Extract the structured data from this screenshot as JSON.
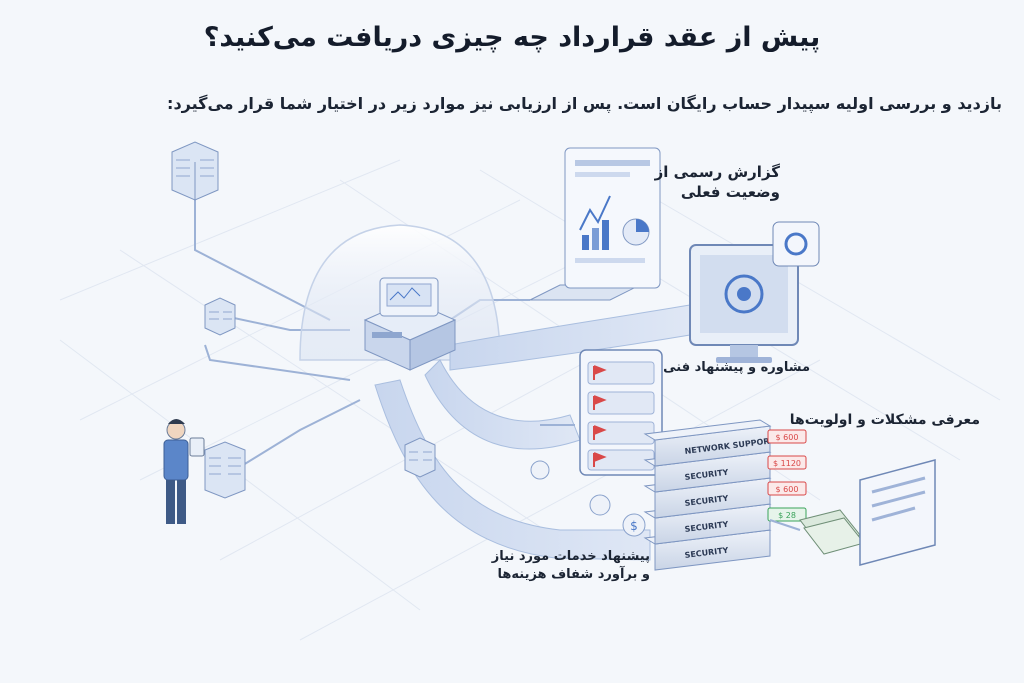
{
  "header": {
    "title": "پیش از عقد قرارداد چه چیزی دریافت می‌کنید؟",
    "subtitle": "بازدید و بررسی اولیه سپیدار حساب رایگان است. پس از ارزیابی نیز موارد زیر در اختیار شما قرار می‌گیرد:"
  },
  "labels": {
    "report_line1": "گزارش رسمی از",
    "report_line2": "وضعیت فعلی",
    "consulting": "مشاوره و پیشنهاد فنی",
    "issues": "معرفی مشکلات و اولویت‌ها",
    "services_line1": "پیشنهاد خدمات مورد نیاز",
    "services_line2": "و برآورد شفاف هزینه‌ها"
  },
  "server_stack": {
    "blocks": [
      {
        "label": "NETWORK SUPPORT",
        "tag": "$ 600"
      },
      {
        "label": "SECURITY",
        "tag": "$ 1120"
      },
      {
        "label": "SECURITY",
        "tag": "$ 600"
      },
      {
        "label": "SECURITY",
        "tag": "$ 28"
      },
      {
        "label": "SECURITY",
        "tag": ""
      }
    ]
  },
  "colors": {
    "accent": "#4a78c8",
    "line": "#9db2d6",
    "flag": "#d94848",
    "green_tag": "#3aa35a",
    "red_tag": "#d94848",
    "person_shirt": "#5b86c9"
  }
}
